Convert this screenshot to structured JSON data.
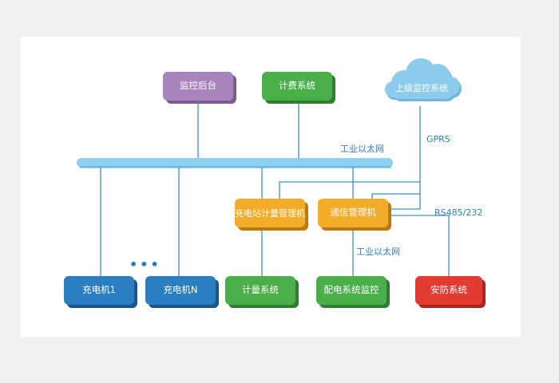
{
  "diagram": {
    "nodes": {
      "monitor_backend": "监控后台",
      "billing_system": "计费系统",
      "upper_monitor_system": "上级监控系统",
      "station_metering_manager": "充电站计量管理机",
      "comm_manager": "通信管理机",
      "charger_1": "充电机1",
      "charger_n": "充电机N",
      "metering_system": "计量系统",
      "distribution_monitor": "配电系统监控",
      "security_system": "安防系统"
    },
    "labels": {
      "industrial_ethernet_top": "工业以太网",
      "gprs": "GPRS",
      "rs485": "RS485/232",
      "industrial_ethernet_bottom": "工业以太网",
      "ellipsis": "•••"
    },
    "colors": {
      "purple": "#a983bb",
      "green": "#4aae4a",
      "orange": "#f3ab2a",
      "blue": "#2b7ec1",
      "red": "#e23b32",
      "cloud": "#8ccbeb",
      "bus": "#8fd0ef",
      "line": "#3b8fd0"
    }
  }
}
